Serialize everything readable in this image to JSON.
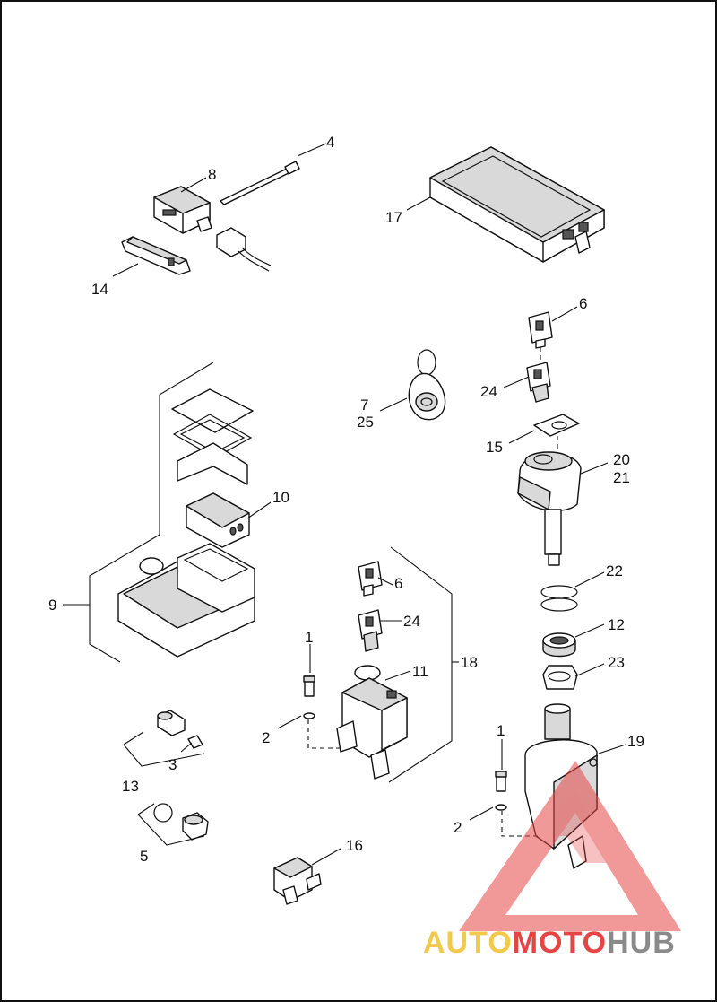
{
  "callouts": [
    "1",
    "2",
    "3",
    "4",
    "5",
    "6",
    "7",
    "8",
    "9",
    "10",
    "11",
    "12",
    "13",
    "14",
    "15",
    "16",
    "17",
    "18",
    "19",
    "20",
    "21",
    "22",
    "23",
    "24",
    "25"
  ],
  "watermark": {
    "part1": "AUTO",
    "part2": "MOTO",
    "part3": "HUB",
    "colors": {
      "part1": "#f2c94c",
      "part2": "#e64545",
      "part3": "#8a8a8a",
      "logo": "#e64545"
    }
  }
}
